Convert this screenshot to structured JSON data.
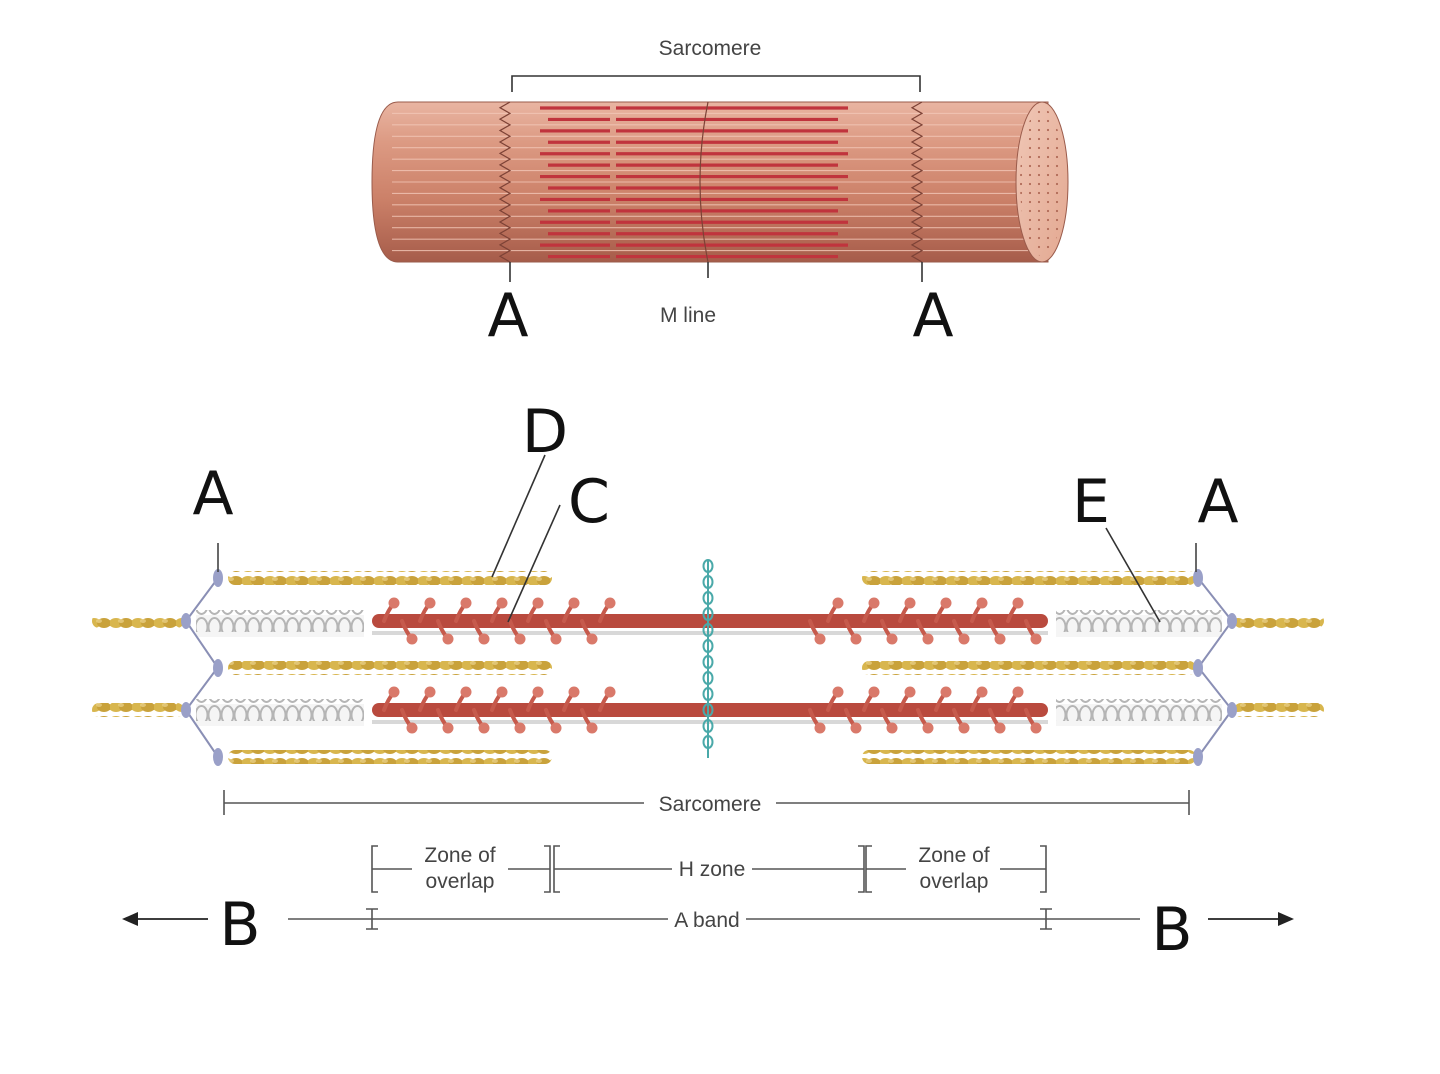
{
  "top_diagram": {
    "sarcomere_label": "Sarcomere",
    "m_line_label": "M line",
    "letter_left": "A",
    "letter_right": "A"
  },
  "bottom_diagram": {
    "letters": {
      "a_left": "A",
      "d": "D",
      "c": "C",
      "e": "E",
      "a_right": "A",
      "b_left": "B",
      "b_right": "B"
    },
    "sarcomere_label": "Sarcomere",
    "zone_of_overlap_left": [
      "Zone of",
      "overlap"
    ],
    "h_zone_label": "H zone",
    "zone_of_overlap_right": [
      "Zone of",
      "overlap"
    ],
    "a_band_label": "A band"
  },
  "colors": {
    "fiber_light": "#e6a58f",
    "fiber_mid": "#cd7d66",
    "fiber_dark": "#a85a4a",
    "myosin_stripe": "#c0343d",
    "actin_gold": "#d6b24a",
    "titin_gray": "#c8c8c8",
    "myosin_red": "#b94a3e",
    "m_line_teal": "#4aa9a9",
    "z_disc_blue": "#9aa0c8"
  }
}
